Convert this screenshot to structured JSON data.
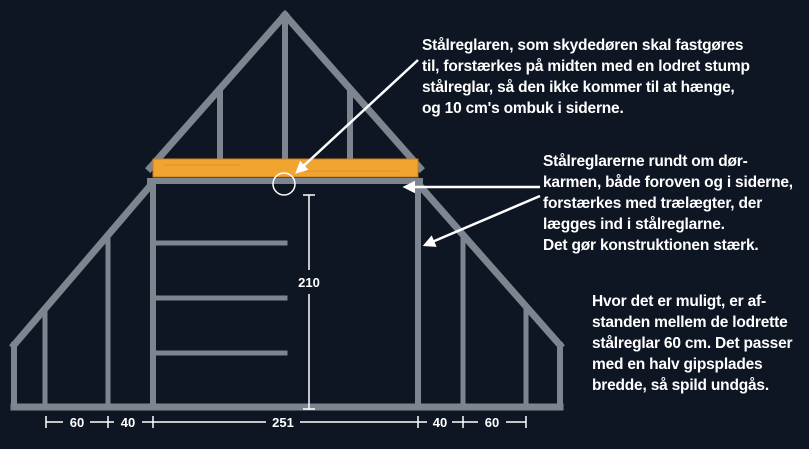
{
  "annotations": {
    "header_note": "Stålreglaren, som skydedøren skal fastgøres\ntil, forstærkes på midten med en lodret stump\nstålreglar, så den ikke kommer til at hænge,\nog 10 cm's ombuk i siderne.",
    "frame_note": "Stålreglarerne rundt om dør-\nkarmen, både foroven og i siderne,\nforstærkes med trælægter, der\nlægges ind i stålreglarne.\nDet gør konstruktionen stærk.",
    "spacing_note": "Hvor det er muligt, er af-\nstanden mellem de lodrette\nstålreglar 60 cm. Det passer\nmed en halv gipsplades\nbredde, så spild undgås."
  },
  "dimensions": {
    "left_outer": "60",
    "left_inner": "40",
    "opening_width": "251",
    "right_inner": "40",
    "right_outer": "60",
    "opening_height": "210"
  },
  "colors": {
    "background": "#0f1623",
    "stud": "#7d8591",
    "stud_edge": "#a9b0ba",
    "wood": "#f2a431",
    "arrow": "#ffffff"
  }
}
